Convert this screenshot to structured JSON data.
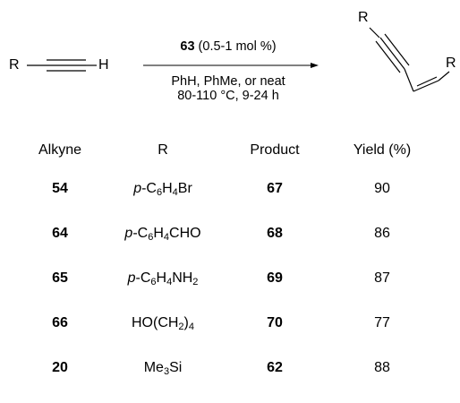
{
  "scheme": {
    "reactant_r": "R",
    "reactant_h": "H",
    "catalyst_compound": "63",
    "catalyst_loading": " (0.5-1 mol %)",
    "solvents": "PhH, PhMe, or neat",
    "conditions": "80-110 °C, 9-24 h",
    "product_r_top": "R",
    "product_r_right": "R"
  },
  "table": {
    "headers": [
      "Alkyne",
      "R",
      "Product",
      "Yield (%)"
    ],
    "rows": [
      {
        "alkyne": "54",
        "r_parts": [
          [
            "p",
            "i"
          ],
          [
            "-C",
            ""
          ],
          [
            "6",
            "sub"
          ],
          [
            "H",
            ""
          ],
          [
            "4",
            "sub"
          ],
          [
            "Br",
            ""
          ]
        ],
        "product": "67",
        "yield": "90"
      },
      {
        "alkyne": "64",
        "r_parts": [
          [
            "p",
            "i"
          ],
          [
            "-C",
            ""
          ],
          [
            "6",
            "sub"
          ],
          [
            "H",
            ""
          ],
          [
            "4",
            "sub"
          ],
          [
            "CHO",
            ""
          ]
        ],
        "product": "68",
        "yield": "86"
      },
      {
        "alkyne": "65",
        "r_parts": [
          [
            "p",
            "i"
          ],
          [
            "-C",
            ""
          ],
          [
            "6",
            "sub"
          ],
          [
            "H",
            ""
          ],
          [
            "4",
            "sub"
          ],
          [
            "NH",
            ""
          ],
          [
            "2",
            "sub"
          ]
        ],
        "product": "69",
        "yield": "87"
      },
      {
        "alkyne": "66",
        "r_parts": [
          [
            "HO(CH",
            ""
          ],
          [
            "2",
            "sub"
          ],
          [
            ")",
            ""
          ],
          [
            "4",
            "sub"
          ]
        ],
        "product": "70",
        "yield": "77"
      },
      {
        "alkyne": "20",
        "r_parts": [
          [
            "Me",
            ""
          ],
          [
            "3",
            "sub"
          ],
          [
            "Si",
            ""
          ]
        ],
        "product": "62",
        "yield": "88"
      }
    ]
  }
}
